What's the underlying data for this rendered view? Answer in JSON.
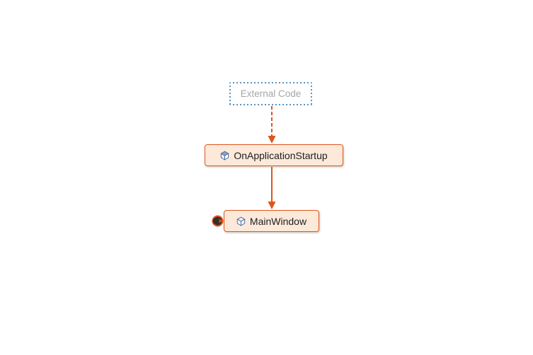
{
  "diagram": {
    "kind": "call-graph",
    "colors": {
      "edge_orange": "#E0551C",
      "node_fill": "#FCE9D9",
      "node_border": "#E0551C",
      "external_border": "#5B93BE",
      "external_text": "#A6A6A6",
      "node_text": "#1E1E1E",
      "background": "#FFFFFF"
    },
    "nodes": [
      {
        "id": "external-code",
        "label": "External Code",
        "kind": "external-group"
      },
      {
        "id": "on-application-startup",
        "label": "OnApplicationStartup",
        "kind": "method",
        "icon": "cube-icon"
      },
      {
        "id": "main-window",
        "label": "MainWindow",
        "kind": "method",
        "icon": "cube-icon",
        "badge": "incoming-link-badge"
      }
    ],
    "edges": [
      {
        "from": "external-code",
        "to": "on-application-startup",
        "style": "dashed"
      },
      {
        "from": "on-application-startup",
        "to": "main-window",
        "style": "solid"
      }
    ]
  }
}
